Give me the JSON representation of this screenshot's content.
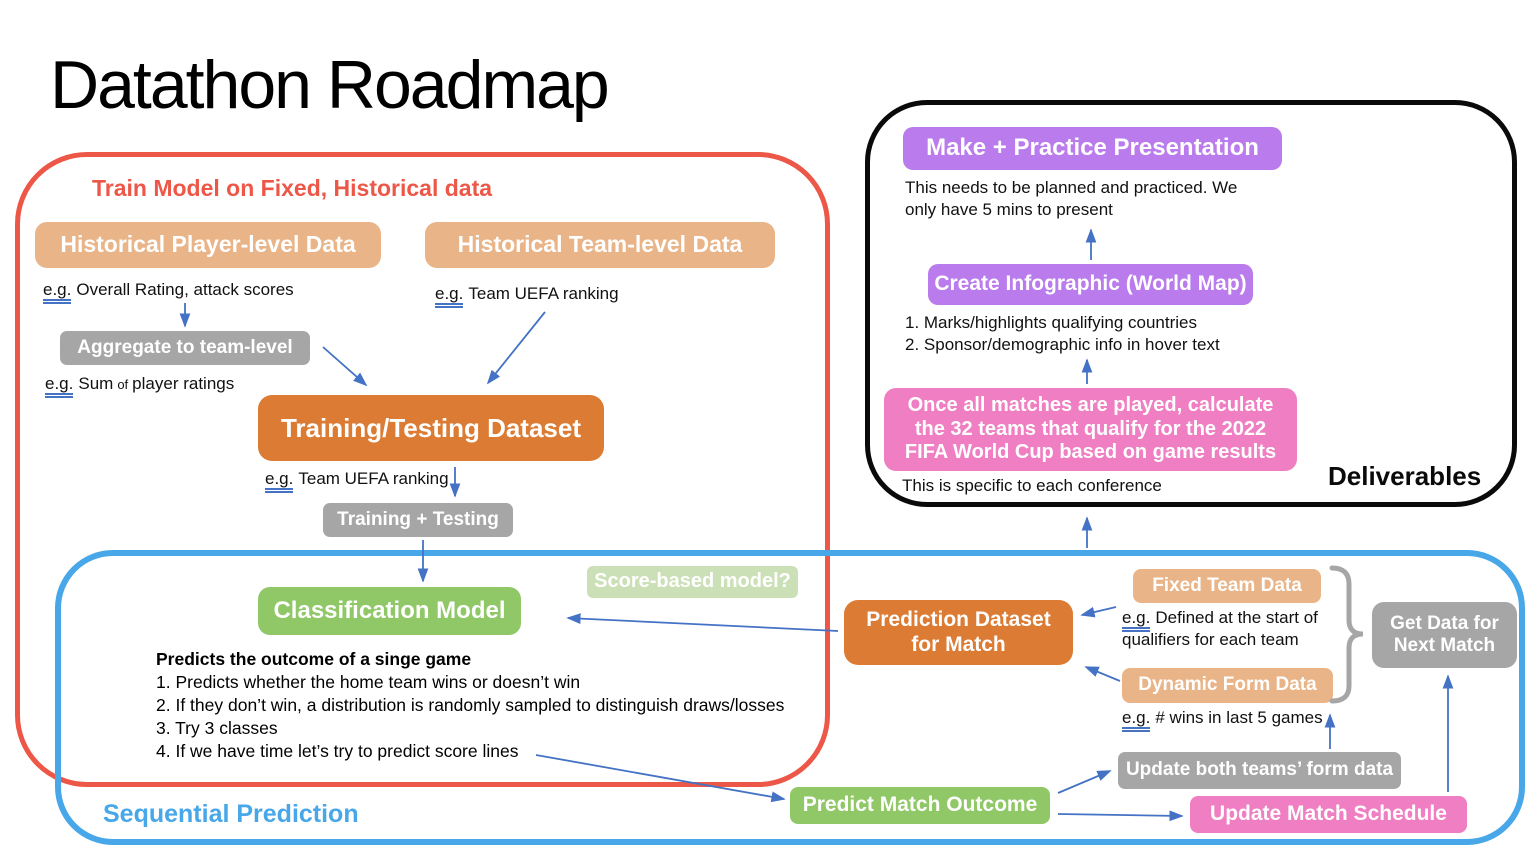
{
  "title": "Datathon Roadmap",
  "colors": {
    "red_group": "#ED5747",
    "blue_group": "#47A7E8",
    "black_group": "#0A0A0A",
    "tan_box": "#E9B588",
    "orange_box": "#DC7B33",
    "gray_box": "#A6A6A6",
    "green_box": "#90C767",
    "pale_green_box": "#CBE0B6",
    "purple_box": "#BA7BEC",
    "pink_box": "#EF7EC2",
    "arrow": "#4472C4"
  },
  "train_section": {
    "label": "Train Model on Fixed, Historical data",
    "hist_player": "Historical Player-level Data",
    "hist_team": "Historical Team-level Data",
    "aggregate": "Aggregate to team-level",
    "training_dataset": "Training/Testing Dataset",
    "training_testing": "Training + Testing",
    "eg_player": {
      "prefix": "e.g.",
      "text": "Overall Rating, attack scores"
    },
    "eg_sum": {
      "prefix": "e.g.",
      "part1": "Sum",
      "small": "of",
      "part2": "player ratings"
    },
    "eg_team": {
      "prefix": "e.g.",
      "text": "Team UEFA ranking"
    },
    "eg_dataset": {
      "prefix": "e.g.",
      "text": "Team UEFA ranking"
    }
  },
  "sequential_section": {
    "label": "Sequential Prediction",
    "classification_model": "Classification Model",
    "score_based": "Score-based model?",
    "model_notes_title": "Predicts the outcome of a singe game",
    "model_notes": [
      "1. Predicts whether the home team wins or doesn’t win",
      "2. If they don’t win, a distribution is randomly sampled to distinguish draws/losses",
      "3. Try 3 classes",
      "4. If we have time let’s try to predict score lines"
    ],
    "prediction_dataset": "Prediction Dataset for Match",
    "fixed_team": "Fixed Team Data",
    "eg_fixed": {
      "prefix": "e.g.",
      "text": "Defined at the start of qualifiers for each team"
    },
    "dynamic_form": "Dynamic Form Data",
    "eg_dynamic": {
      "prefix": "e.g.",
      "text": "# wins in last 5 games"
    },
    "get_data": "Get Data for Next Match",
    "update_form": "Update both teams’ form data",
    "update_schedule": "Update Match Schedule",
    "predict_outcome": "Predict Match Outcome"
  },
  "deliverables_section": {
    "label": "Deliverables",
    "make_practice": "Make + Practice Presentation",
    "make_practice_note": "This needs to be planned and practiced. We only have 5 mins to present",
    "create_infographic": "Create Infographic (World Map)",
    "infographic_notes": [
      "1. Marks/highlights qualifying countries",
      "2. Sponsor/demographic info in hover text"
    ],
    "fifa_calc": "Once all matches are played, calculate the 32 teams that qualify for the 2022 FIFA World Cup based on game results",
    "fifa_note": "This is specific to each conference"
  }
}
